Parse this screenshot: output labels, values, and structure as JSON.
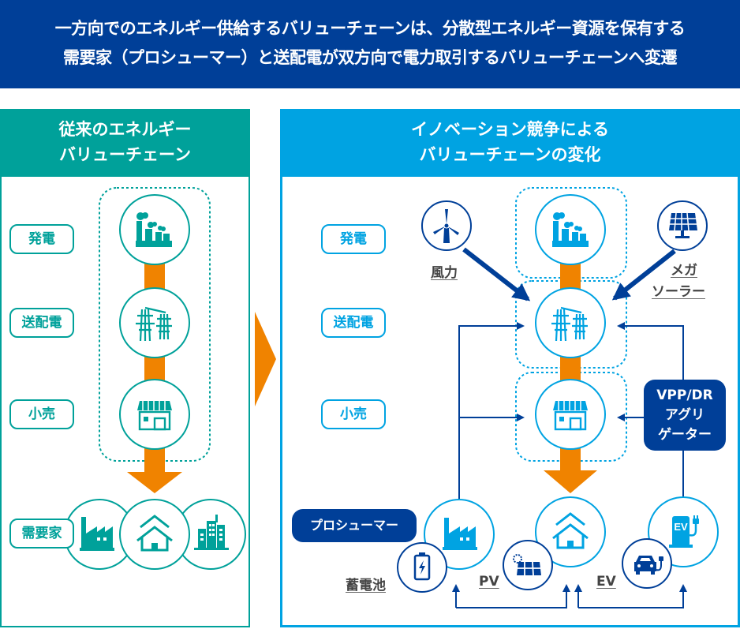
{
  "banner": {
    "line1": "一方向でのエネルギー供給するバリューチェーンは、分散型エネルギー資源を保有する",
    "line2": "需要家（プロシューマー）と送配電が双方向で電力取引するバリューチェーンへ変遷"
  },
  "colors": {
    "banner": "#003f98",
    "teal": "#00a19a",
    "sky": "#00a3e2",
    "navy": "#003f98",
    "orange": "#f08300"
  },
  "left_panel": {
    "title_line1": "従来のエネルギー",
    "title_line2": "バリューチェーン",
    "stages": [
      {
        "label": "発電",
        "icon": "power-plant-icon"
      },
      {
        "label": "送配電",
        "icon": "transmission-tower-icon"
      },
      {
        "label": "小売",
        "icon": "store-icon"
      },
      {
        "label": "需要家",
        "icons": [
          "factory-icon",
          "house-icon",
          "building-icon"
        ]
      }
    ]
  },
  "right_panel": {
    "title_line1": "イノベーション競争による",
    "title_line2": "バリューチェーンの変化",
    "stages": [
      {
        "label": "発電",
        "icon": "power-plant-icon"
      },
      {
        "label": "送配電",
        "icon": "transmission-tower-icon"
      },
      {
        "label": "小売",
        "icon": "store-icon"
      }
    ],
    "wind_label": "風力",
    "mega_solar_line1": "メガ",
    "mega_solar_line2": "ソーラー",
    "vpp_line1": "VPP/DR",
    "vpp_line2": "アグリ",
    "vpp_line3": "ゲーター",
    "prosumer_label": "プロシューマー",
    "battery_label": "蓄電池",
    "pv_label": "PV",
    "ev_label": "EV",
    "ev_charger_text": "EV"
  }
}
